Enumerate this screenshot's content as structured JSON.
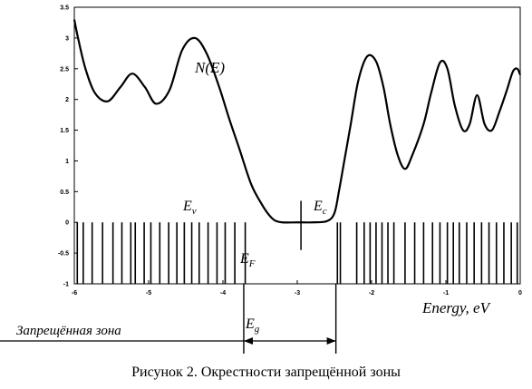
{
  "chart_data": {
    "type": "line",
    "x_axis": {
      "label": "Energy, eV",
      "range": [
        -6,
        0
      ],
      "ticks": [
        -6,
        -5,
        -4,
        -3,
        -2,
        -1,
        0
      ]
    },
    "y_axis": {
      "range": [
        -1,
        3.5
      ],
      "ticks": [
        -1,
        -0.5,
        0,
        0.5,
        1,
        1.5,
        2,
        2.5,
        3,
        3.5
      ]
    },
    "series": [
      {
        "name": "N(E)",
        "x": [
          -6.0,
          -5.95,
          -5.85,
          -5.72,
          -5.55,
          -5.38,
          -5.22,
          -5.05,
          -4.9,
          -4.72,
          -4.55,
          -4.38,
          -4.22,
          -4.05,
          -3.92,
          -3.78,
          -3.62,
          -3.48,
          -3.38,
          -3.3,
          -3.2,
          -3.0,
          -2.8,
          -2.6,
          -2.5,
          -2.44,
          -2.36,
          -2.28,
          -2.18,
          -2.06,
          -1.94,
          -1.84,
          -1.75,
          -1.65,
          -1.55,
          -1.45,
          -1.3,
          -1.2,
          -1.08,
          -0.98,
          -0.88,
          -0.77,
          -0.68,
          -0.58,
          -0.48,
          -0.38,
          -0.28,
          -0.18,
          -0.1,
          -0.04,
          0.0
        ],
        "y": [
          3.3,
          3.0,
          2.5,
          2.1,
          1.97,
          2.2,
          2.42,
          2.2,
          1.93,
          2.15,
          2.8,
          3.0,
          2.75,
          2.2,
          1.7,
          1.2,
          0.62,
          0.3,
          0.12,
          0.03,
          0.0,
          0.0,
          0.0,
          0.02,
          0.15,
          0.5,
          1.05,
          1.6,
          2.3,
          2.7,
          2.62,
          2.2,
          1.6,
          1.1,
          0.87,
          1.1,
          1.6,
          2.1,
          2.6,
          2.5,
          1.9,
          1.5,
          1.6,
          2.07,
          1.6,
          1.5,
          1.8,
          2.15,
          2.45,
          2.5,
          2.4
        ]
      }
    ],
    "levels_x": [
      -5.96,
      -5.88,
      -5.76,
      -5.62,
      -5.48,
      -5.36,
      -5.24,
      -5.18,
      -5.06,
      -4.97,
      -4.85,
      -4.73,
      -4.62,
      -4.52,
      -4.42,
      -4.32,
      -4.2,
      -4.08,
      -3.97,
      -3.84,
      -3.7,
      -2.46,
      -2.42,
      -2.2,
      -2.1,
      -2.02,
      -1.94,
      -1.86,
      -1.78,
      -1.7,
      -1.55,
      -1.42,
      -1.3,
      -1.18,
      -1.08,
      -0.98,
      -0.9,
      -0.82,
      -0.72,
      -0.62,
      -0.52,
      -0.42,
      -0.32,
      -0.22,
      -0.12,
      -0.04
    ],
    "annotations": {
      "curve": "N(E)",
      "valence_edge": "E",
      "valence_sub": "v",
      "conduction_edge": "E",
      "conduction_sub": "c",
      "fermi": "E",
      "fermi_sub": "F",
      "gap": "E",
      "gap_sub": "g",
      "forbidden_zone": "Запрещённая зона"
    },
    "fermi_x": -2.95,
    "gap_range_x": [
      -3.72,
      -2.48
    ]
  },
  "caption": "Рисунок 2. Окрестности запрещённой зоны"
}
